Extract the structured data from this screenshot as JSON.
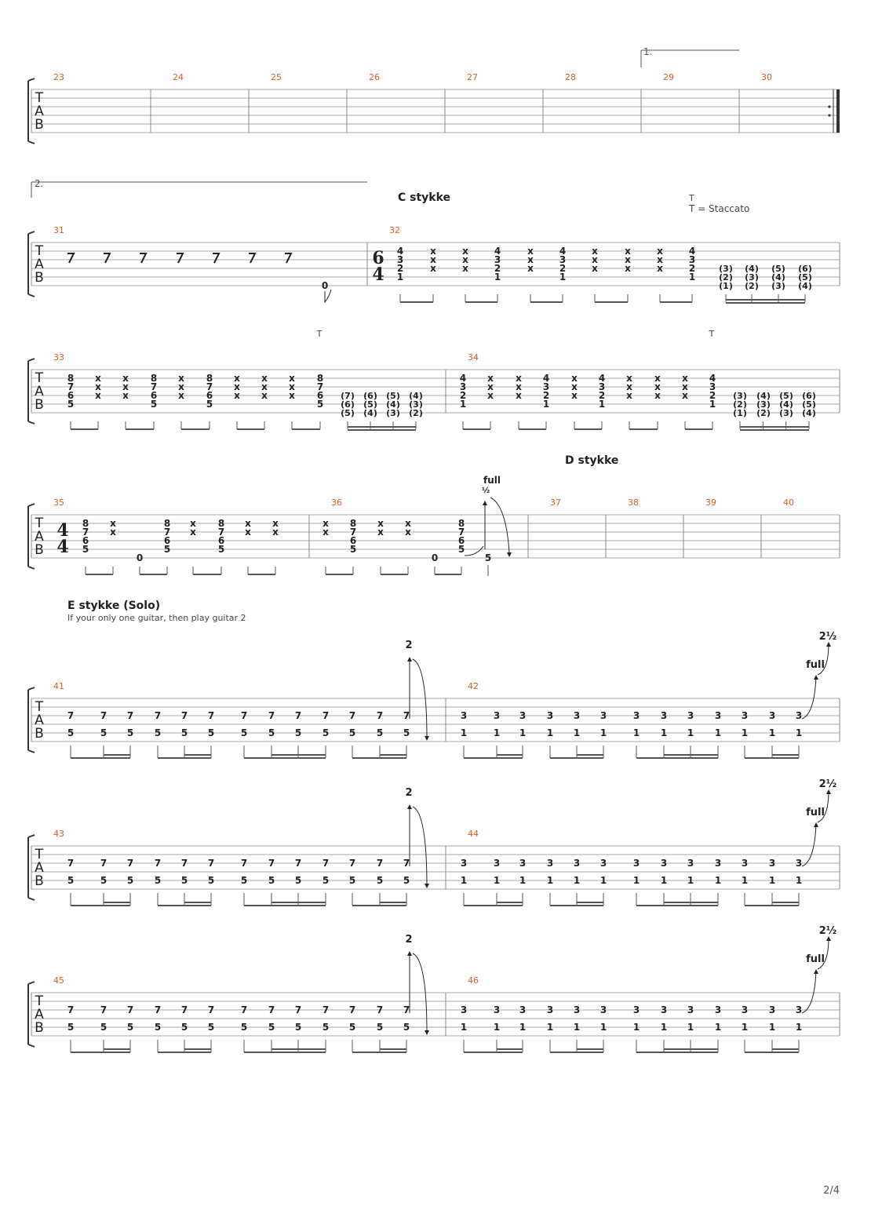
{
  "page": {
    "number": "2/4"
  },
  "tab_clef": [
    "T",
    "A",
    "B"
  ],
  "volta_labels": [
    "1.",
    "2."
  ],
  "sections": {
    "c": "C stykke",
    "d": "D stykke",
    "e": "E stykke (Solo)",
    "e_note": "If your only one guitar, then play guitar 2"
  },
  "staccato_marker": "T",
  "staccato_legend": "T = Staccato",
  "time_signatures": {
    "six_four": [
      "6",
      "4"
    ],
    "four_four": [
      "4",
      "4"
    ]
  },
  "bend_labels": {
    "full": "full",
    "half": "½",
    "two": "2",
    "two_half": "2½"
  },
  "systems": [
    {
      "measures": [
        "23",
        "24",
        "25",
        "26",
        "27",
        "28",
        "29",
        "30"
      ]
    },
    {
      "measures": [
        "31",
        "32"
      ]
    },
    {
      "measures": [
        "33",
        "34"
      ]
    },
    {
      "measures": [
        "35",
        "36",
        "37",
        "38",
        "39",
        "40"
      ]
    },
    {
      "measures": [
        "41",
        "42"
      ]
    },
    {
      "measures": [
        "43",
        "44"
      ]
    },
    {
      "measures": [
        "45",
        "46"
      ]
    }
  ],
  "tab": {
    "m31": {
      "rests": 7,
      "note": "0"
    },
    "m32": {
      "chord": [
        "4",
        "3",
        "2",
        "1"
      ],
      "pattern": [
        "c",
        "x",
        "x",
        "c",
        "x",
        "c",
        "x",
        "x",
        "x",
        "c"
      ],
      "slides": [
        [
          "(3)",
          "(2)",
          "(1)"
        ],
        [
          "(4)",
          "(3)",
          "(2)"
        ],
        [
          "(5)",
          "(4)",
          "(3)"
        ],
        [
          "(6)",
          "(5)",
          "(4)"
        ]
      ]
    },
    "m33": {
      "chord": [
        "8",
        "7",
        "6",
        "5"
      ],
      "pattern": [
        "c",
        "x",
        "x",
        "c",
        "x",
        "c",
        "x",
        "x",
        "x",
        "c"
      ],
      "slides": [
        [
          "(7)",
          "(6)",
          "(5)"
        ],
        [
          "(6)",
          "(5)",
          "(4)"
        ],
        [
          "(5)",
          "(4)",
          "(3)"
        ],
        [
          "(4)",
          "(3)",
          "(2)"
        ]
      ]
    },
    "m35": {
      "chord": [
        "8",
        "7",
        "6",
        "5"
      ],
      "open": "0"
    },
    "m36": {
      "bend_fret": "5"
    },
    "solo": {
      "a": {
        "top": "7",
        "bottom": "5"
      },
      "b": {
        "top": "3",
        "bottom": "1"
      }
    }
  }
}
